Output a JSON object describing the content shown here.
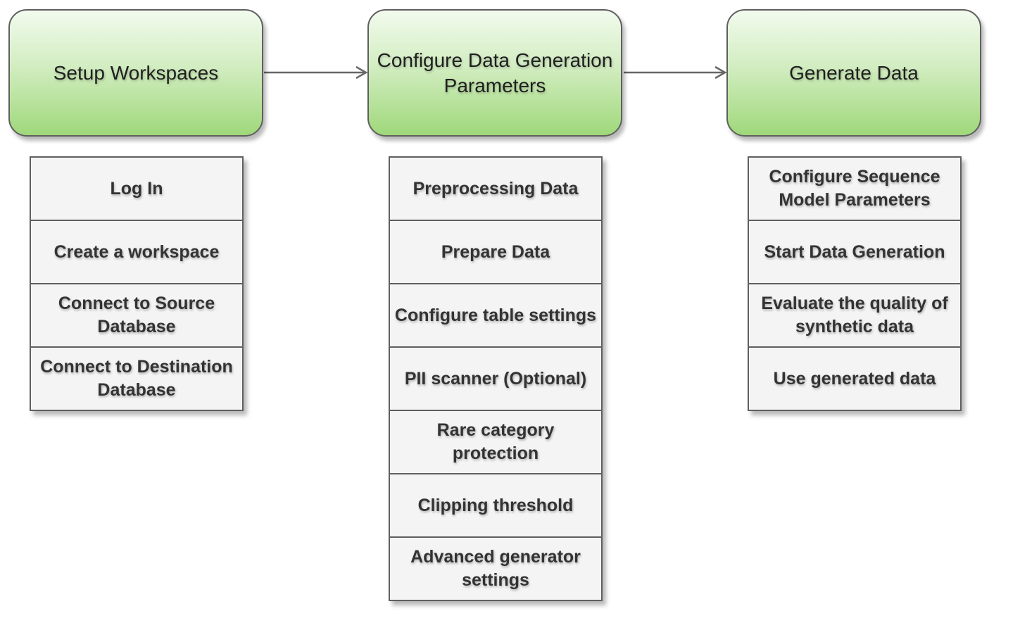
{
  "stages": [
    {
      "title": "Setup Workspaces",
      "steps": [
        "Log In",
        "Create a workspace",
        "Connect to Source Database",
        "Connect to Destination Database"
      ]
    },
    {
      "title": "Configure Data Generation Parameters",
      "steps": [
        "Preprocessing Data",
        "Prepare Data",
        "Configure table settings",
        "PII scanner (Optional)",
        "Rare category protection",
        "Clipping threshold",
        "Advanced generator settings"
      ]
    },
    {
      "title": "Generate Data",
      "steps": [
        "Configure Sequence Model Parameters",
        "Start Data Generation",
        "Evaluate the quality of synthetic data",
        "Use generated data"
      ]
    }
  ],
  "colors": {
    "stage_fill_top": "#f2fbee",
    "stage_fill_bottom": "#9fd87a",
    "border": "#5f5f5f",
    "step_fill": "#f4f4f4",
    "step_text": "#333333"
  }
}
